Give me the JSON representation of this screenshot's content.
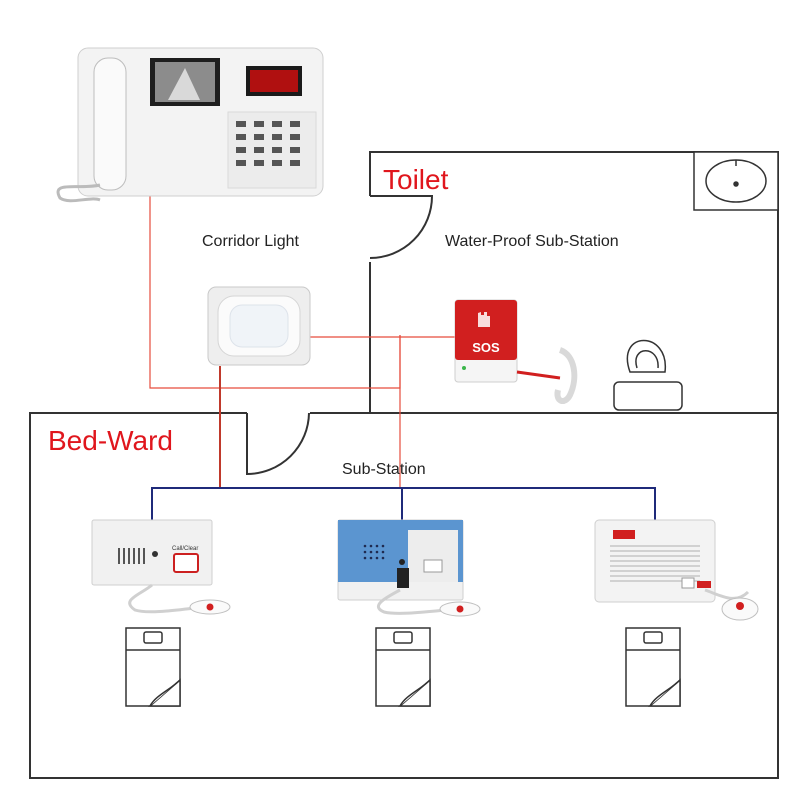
{
  "colors": {
    "title_red": "#e0161d",
    "wire_red": "#e74c3c",
    "wire_blue": "#1f2a7a",
    "wall": "#333333",
    "device_white": "#f2f2f2",
    "panel_blue": "#5b95d0",
    "sos_red": "#d11f1f"
  },
  "rooms": {
    "toilet": "Toilet",
    "bed_ward": "Bed-Ward"
  },
  "labels": {
    "corridor_light": "Corridor Light",
    "water_proof_sub_station": "Water-Proof Sub-Station",
    "sub_station": "Sub-Station"
  },
  "devices": {
    "sos_button": "SOS",
    "call_clear": "Call/Clear"
  },
  "icons": [
    "master-station-icon",
    "corridor-light-icon",
    "sos-substation-icon",
    "toilet-icon",
    "bed-icon",
    "substation-icon",
    "call-handset-icon"
  ]
}
